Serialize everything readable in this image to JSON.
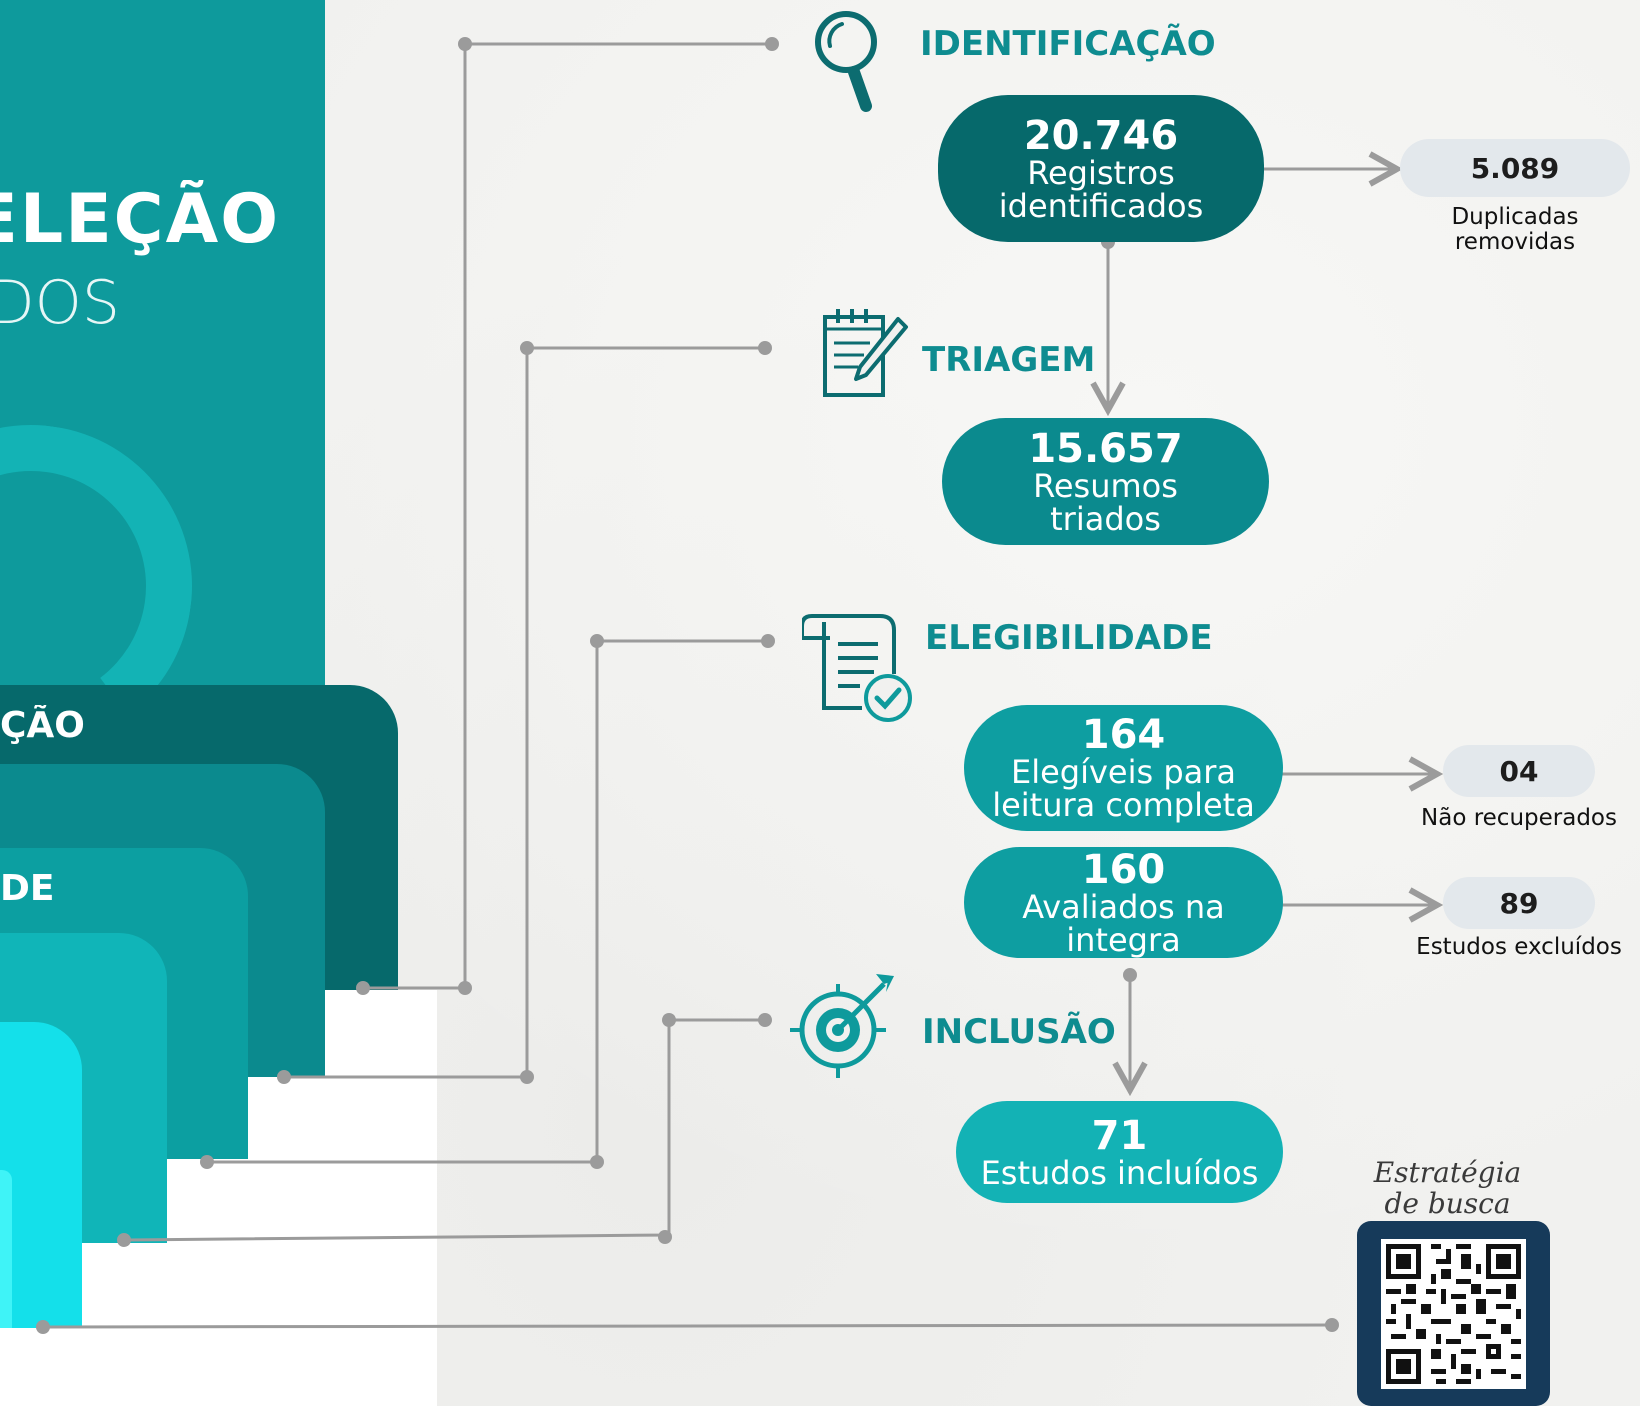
{
  "left": {
    "title_line1": "SELEÇÃO",
    "title_line2": "DOS",
    "steps": [
      {
        "label": "ÇÃO",
        "color": "#06696b"
      },
      {
        "label": "",
        "color": "#0b8a8e"
      },
      {
        "label": "DE",
        "color": "#0c9fa1"
      },
      {
        "label": "",
        "color": "#10b5b8"
      },
      {
        "label": "",
        "color": "#14e0ea"
      }
    ]
  },
  "stages": {
    "identificacao": {
      "title": "IDENTIFICAÇÃO",
      "icon": "magnifier-icon",
      "main": {
        "number": "20.746",
        "label_line1": "Registros",
        "label_line2": "identificados"
      },
      "side": {
        "number": "5.089",
        "caption_line1": "Duplicadas",
        "caption_line2": "removidas"
      }
    },
    "triagem": {
      "title": "TRIAGEM",
      "icon": "notepad-pencil-icon",
      "main": {
        "number": "15.657",
        "label_line1": "Resumos",
        "label_line2": "triados"
      }
    },
    "elegibilidade": {
      "title": "ELEGIBILIDADE",
      "icon": "checklist-document-icon",
      "main1": {
        "number": "164",
        "label_line1": "Elegíveis para",
        "label_line2": "leitura completa"
      },
      "side1": {
        "number": "04",
        "caption": "Não recuperados"
      },
      "main2": {
        "number": "160",
        "label_line1": "Avaliados na",
        "label_line2": "integra"
      },
      "side2": {
        "number": "89",
        "caption": "Estudos excluídos"
      }
    },
    "inclusao": {
      "title": "INCLUSÃO",
      "icon": "target-arrow-icon",
      "main": {
        "number": "71",
        "label": "Estudos incluídos"
      }
    }
  },
  "qr": {
    "label_line1": "Estratégia",
    "label_line2": "de busca",
    "icon": "qr-code-icon"
  },
  "colors": {
    "dark_teal": "#06696b",
    "teal": "#0e9a9c",
    "title_teal": "#0e8c90",
    "light_teal": "#13b2b5",
    "side_pill": "#e3e8ec",
    "connector": "#9b9b9b",
    "qr_frame": "#163a5a"
  }
}
